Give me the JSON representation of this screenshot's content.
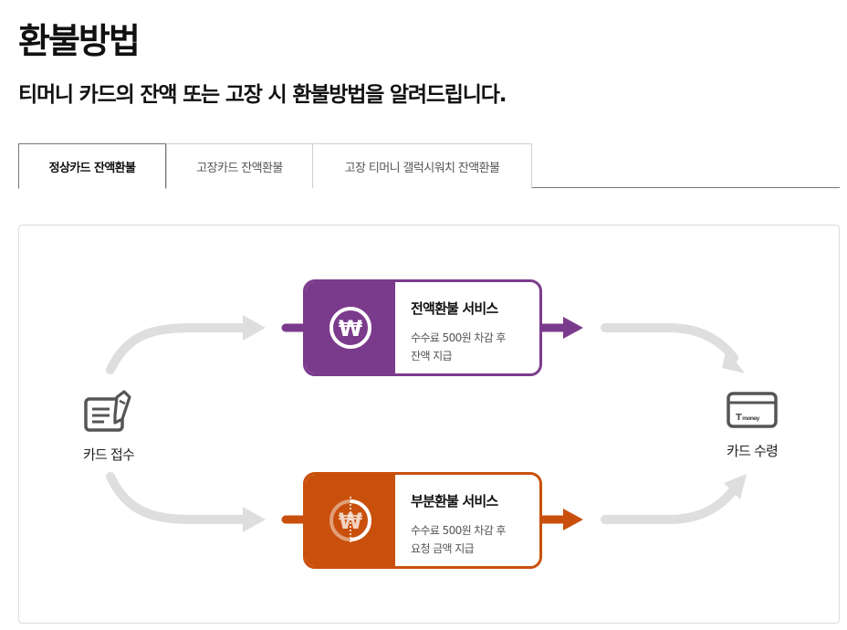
{
  "header": {
    "title": "환불방법",
    "subtitle": "티머니 카드의 잔액 또는 고장 시 환불방법을 알려드립니다."
  },
  "tabs": [
    {
      "label": "정상카드 잔액환불",
      "active": true
    },
    {
      "label": "고장카드 잔액환불",
      "active": false
    },
    {
      "label": "고장 티머니 갤럭시워치 잔액환불",
      "active": false
    }
  ],
  "flow": {
    "start": {
      "label": "카드 접수",
      "icon": "card-document-pen-icon"
    },
    "end": {
      "label": "카드 수령",
      "icon": "tmoney-card-icon",
      "card_logo_text": "money"
    },
    "services": [
      {
        "title": "전액환불 서비스",
        "desc_line1": "수수료 500원 차감 후",
        "desc_line2": "잔액 지급",
        "icon": "won-coin-icon",
        "color": "#7b3b8c"
      },
      {
        "title": "부분환불 서비스",
        "desc_line1": "수수료 500원 차감 후",
        "desc_line2": "요청 금액 지급",
        "icon": "half-won-coin-icon",
        "color": "#c9500c"
      }
    ]
  },
  "colors": {
    "flow_arrow": "#dedede",
    "full_refund": "#7b3b8c",
    "partial_refund": "#c9500c"
  }
}
